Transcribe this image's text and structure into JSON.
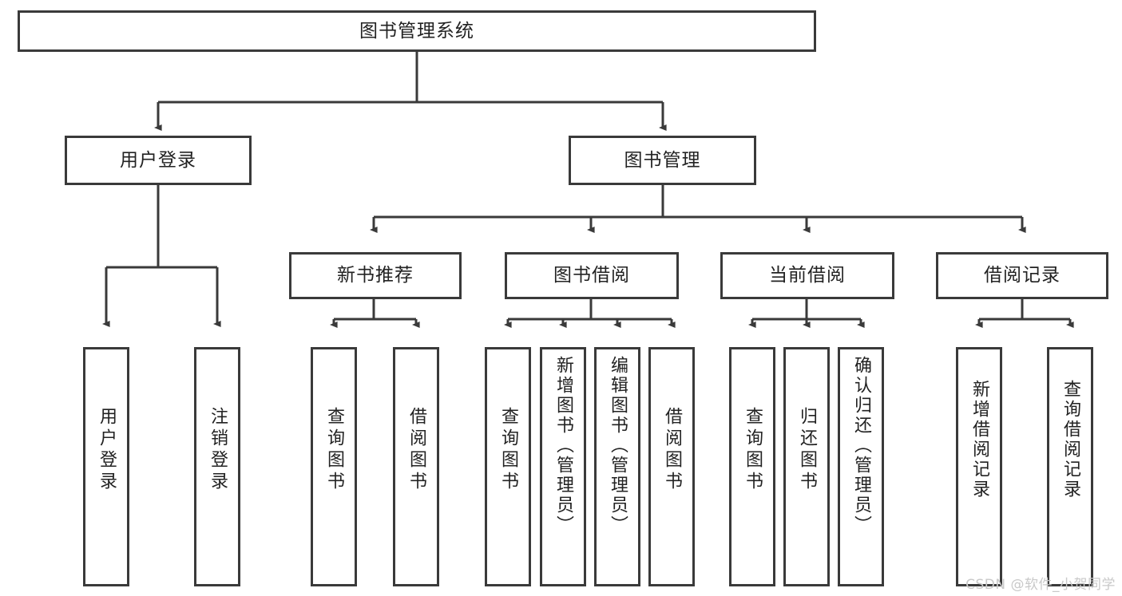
{
  "diagram": {
    "title": "图书管理系统",
    "watermark": "CSDN @软件_小贺同学",
    "colors": {
      "stroke": "#3a3a3a",
      "background": "#ffffff",
      "text": "#222222",
      "watermark": "#c9c9c9"
    },
    "nodes": {
      "root": {
        "label": "图书管理系统",
        "level": 1
      },
      "user_login": {
        "label": "用户登录",
        "level": 2
      },
      "book_manage": {
        "label": "图书管理",
        "level": 2
      },
      "new_book_rec": {
        "label": "新书推荐",
        "level": 3
      },
      "book_borrow": {
        "label": "图书借阅",
        "level": 3
      },
      "current_borrow": {
        "label": "当前借阅",
        "level": 3
      },
      "borrow_record": {
        "label": "借阅记录",
        "level": 3
      },
      "leaf_user_login": {
        "label": "用户登录",
        "level": 4
      },
      "leaf_logout": {
        "label": "注销登录",
        "level": 4
      },
      "leaf_query_book_a": {
        "label": "查询图书",
        "level": 4
      },
      "leaf_borrow_book_a": {
        "label": "借阅图书",
        "level": 4
      },
      "leaf_query_book_b": {
        "label": "查询图书",
        "level": 4
      },
      "leaf_add_book": {
        "label": "新增图书（管理员）",
        "level": 4
      },
      "leaf_edit_book": {
        "label": "编辑图书（管理员）",
        "level": 4
      },
      "leaf_borrow_book_b": {
        "label": "借阅图书",
        "level": 4
      },
      "leaf_query_book_c": {
        "label": "查询图书",
        "level": 4
      },
      "leaf_return_book": {
        "label": "归还图书",
        "level": 4
      },
      "leaf_confirm_return": {
        "label": "确认归还（管理员）",
        "level": 4
      },
      "leaf_add_record": {
        "label": "新增借阅记录",
        "level": 4
      },
      "leaf_query_record": {
        "label": "查询借阅记录",
        "level": 4
      }
    },
    "edges": [
      {
        "from": "root",
        "to": "user_login"
      },
      {
        "from": "root",
        "to": "book_manage"
      },
      {
        "from": "user_login",
        "to": "leaf_user_login"
      },
      {
        "from": "user_login",
        "to": "leaf_logout"
      },
      {
        "from": "book_manage",
        "to": "new_book_rec"
      },
      {
        "from": "book_manage",
        "to": "book_borrow"
      },
      {
        "from": "book_manage",
        "to": "current_borrow"
      },
      {
        "from": "book_manage",
        "to": "borrow_record"
      },
      {
        "from": "new_book_rec",
        "to": "leaf_query_book_a"
      },
      {
        "from": "new_book_rec",
        "to": "leaf_borrow_book_a"
      },
      {
        "from": "book_borrow",
        "to": "leaf_query_book_b"
      },
      {
        "from": "book_borrow",
        "to": "leaf_add_book"
      },
      {
        "from": "book_borrow",
        "to": "leaf_edit_book"
      },
      {
        "from": "book_borrow",
        "to": "leaf_borrow_book_b"
      },
      {
        "from": "current_borrow",
        "to": "leaf_query_book_c"
      },
      {
        "from": "current_borrow",
        "to": "leaf_return_book"
      },
      {
        "from": "current_borrow",
        "to": "leaf_confirm_return"
      },
      {
        "from": "borrow_record",
        "to": "leaf_add_record"
      },
      {
        "from": "borrow_record",
        "to": "leaf_query_record"
      }
    ]
  }
}
